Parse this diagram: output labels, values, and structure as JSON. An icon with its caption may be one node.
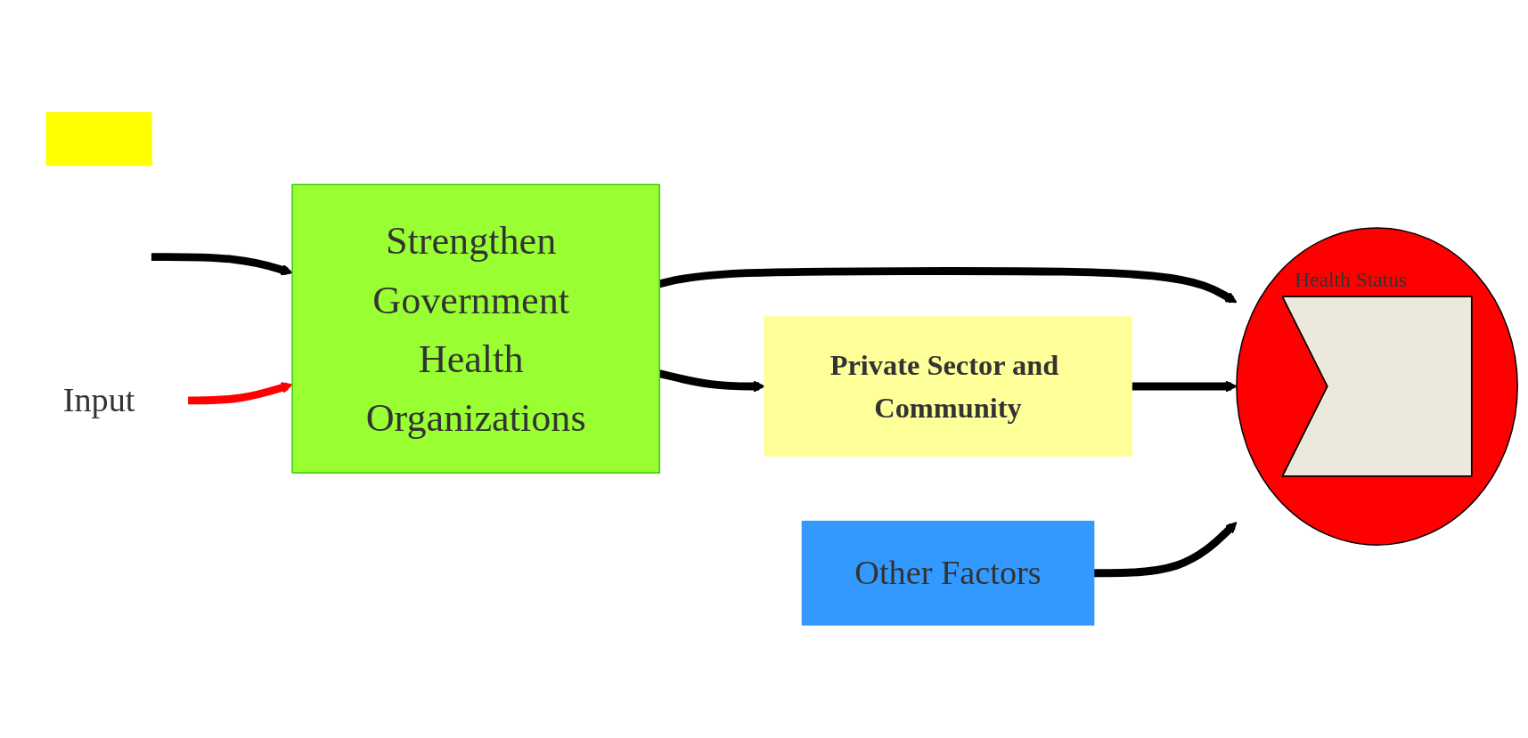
{
  "diagram": {
    "nodes": [
      {
        "text": [],
        "shape": "box"
      },
      {
        "text": [
          "Input"
        ]
      },
      {
        "text": [
          "Strengthen Government Health Organizations"
        ]
      },
      {
        "text": [
          "Health Status"
        ]
      },
      {
        "text": [],
        "shape": "arrow",
        "in": 3
      },
      {
        "text": [
          "Private Sector and Community"
        ]
      },
      {
        "text": [
          "Other Factors"
        ]
      }
    ],
    "edges": [
      {
        "from": null,
        "to": 2,
        "arrow": "to"
      },
      {
        "from": 1,
        "to": 2,
        "arrow": "to",
        "color": "#ff0000"
      },
      {
        "from": 2,
        "to": 3,
        "arrow": "to"
      },
      {
        "from": 2,
        "to": 5,
        "arrow": "to"
      },
      {
        "from": 5,
        "to": 3,
        "arrow": "to"
      },
      {
        "from": 6,
        "to": 3,
        "arrow": "to"
      }
    ]
  }
}
